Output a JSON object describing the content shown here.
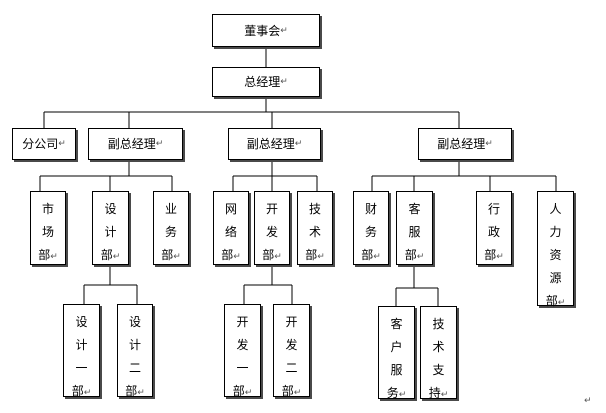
{
  "paragraph_mark": "↵",
  "org": {
    "board": "董事会",
    "gm": "总经理",
    "branch": "分公司",
    "vp1": "副总经理",
    "vp2": "副总经理",
    "vp3": "副总经理",
    "dept_market": "市场部",
    "dept_design": "设计部",
    "dept_business": "业务部",
    "dept_network": "网络部",
    "dept_dev": "开发部",
    "dept_tech": "技术部",
    "dept_finance": "财务部",
    "dept_customer": "客服部",
    "dept_admin": "行政部",
    "dept_hr": "人力资源部",
    "design_1": "设计一部",
    "design_2": "设计二部",
    "dev_1": "开发一部",
    "dev_2": "开发二部",
    "customer_service": "客户服务",
    "tech_support": "技术支持"
  }
}
